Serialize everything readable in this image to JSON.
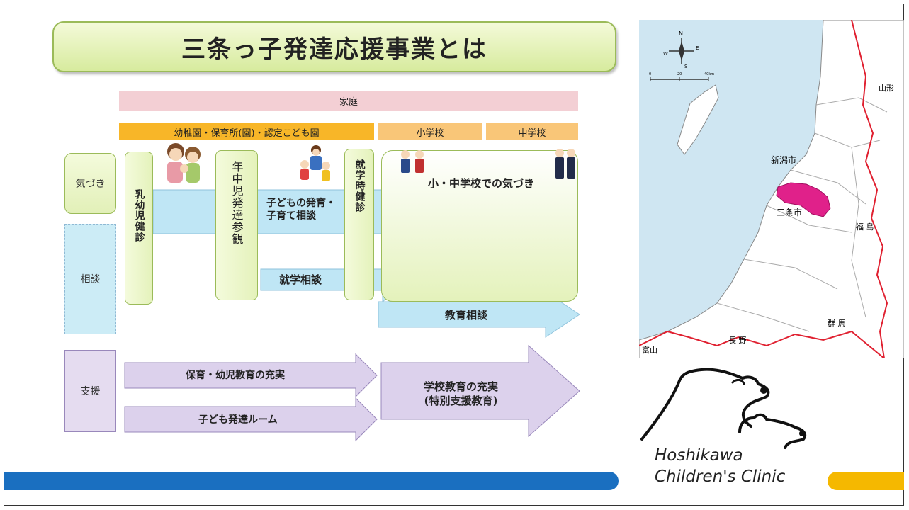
{
  "slide": {
    "title": "三条っ子発達応援事業とは",
    "bands": {
      "katei": "家庭",
      "yochien": "幼稚園・保育所(園)・認定こども園",
      "shogakko": "小学校",
      "chugakko": "中学校"
    },
    "side_labels": {
      "kizuki": "気づき",
      "sodan": "相談",
      "shien": "支援"
    },
    "vertical_boxes": {
      "nyuyoji": "乳幼児健診",
      "nenchu": "年中児発達参観",
      "shugaku": "就学時健診"
    },
    "panel_label": "小・中学校での気づき",
    "arrow_labels": {
      "kosodate_line1": "子どもの発育・",
      "kosodate_line2": "子育て相談",
      "shugaku_sodan": "就学相談",
      "kyoiku_sodan": "教育相談",
      "hoiku": "保育・幼児教育の充実",
      "room": "子ども発達ルーム",
      "gakko_line1": "学校教育の充実",
      "gakko_line2": "(特別支援教育)"
    }
  },
  "map": {
    "labels": {
      "yamagata": "山形",
      "niigata": "新潟市",
      "sanjo": "三条市",
      "fukushima": "福 島",
      "gunma": "群 馬",
      "nagano": "長 野",
      "toyama": "富山"
    },
    "scale": [
      "0",
      "20",
      "40km"
    ],
    "compass": [
      "N",
      "S",
      "E",
      "W"
    ],
    "colors": {
      "sea": "#cfe6f2",
      "land": "#ffffff",
      "highlight": "#e0218a",
      "border": "#e02030"
    }
  },
  "clinic": {
    "name_line1": "Hoshikawa",
    "name_line2": "Children's Clinic"
  },
  "footer": {
    "blue": "#1a6fc0",
    "yellow": "#f5b800"
  }
}
